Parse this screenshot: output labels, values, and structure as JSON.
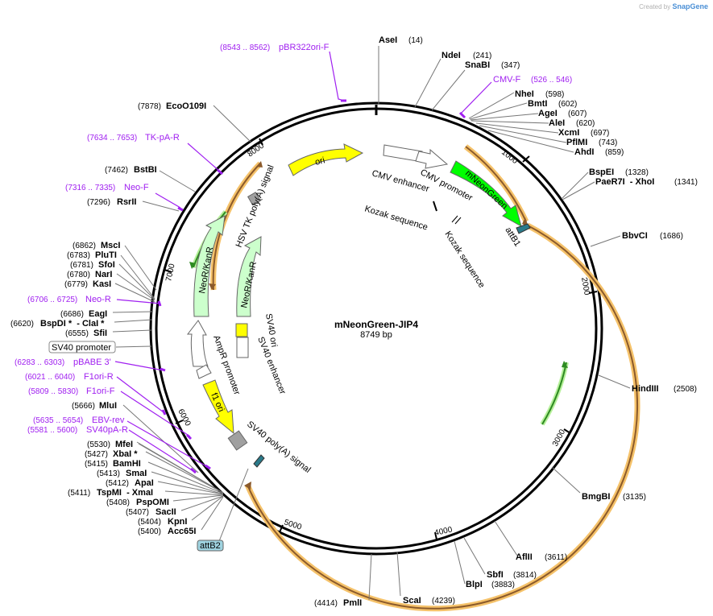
{
  "credit": {
    "prefix": "Created by",
    "brand": "SnapGene"
  },
  "plasmid": {
    "name": "mNeonGreen-JIP4",
    "size": "8749 bp",
    "length": 8749
  },
  "colors": {
    "backbone": "#000000",
    "primer": "#a020f0",
    "ori": "#ffff00",
    "mneongreen": "#00ff00",
    "neokan": "#ccffcc",
    "promoter": "#ffffff",
    "feature_grey": "#a0a0a0",
    "att": "#2a7a8a",
    "orf_outer": "#f5c26a",
    "orf_inner": "#8b5a2b",
    "orf_green": "#2e8b22",
    "orf_green_glow": "#b6f09a"
  },
  "ticks": [
    "1000",
    "2000",
    "3000",
    "4000",
    "5000",
    "6000",
    "7000",
    "8000"
  ],
  "enzymes": [
    {
      "name": "AseI",
      "pos": "(14)"
    },
    {
      "name": "NdeI",
      "pos": "(241)"
    },
    {
      "name": "SnaBI",
      "pos": "(347)"
    },
    {
      "name": "NheI",
      "pos": "(598)"
    },
    {
      "name": "BmtI",
      "pos": "(602)"
    },
    {
      "name": "AgeI",
      "pos": "(607)"
    },
    {
      "name": "AleI",
      "pos": "(620)"
    },
    {
      "name": "XcmI",
      "pos": "(697)"
    },
    {
      "name": "PflMI",
      "pos": "(743)"
    },
    {
      "name": "AhdI",
      "pos": "(859)"
    },
    {
      "name": "BspEI",
      "pos": "(1328)"
    },
    {
      "name": "PaeR7I  - XhoI",
      "pos": "(1341)"
    },
    {
      "name": "BbvCI",
      "pos": "(1686)"
    },
    {
      "name": "HindIII",
      "pos": "(2508)"
    },
    {
      "name": "BmgBI",
      "pos": "(3135)"
    },
    {
      "name": "AflII",
      "pos": "(3611)"
    },
    {
      "name": "SbfI",
      "pos": "(3814)"
    },
    {
      "name": "BlpI",
      "pos": "(3883)"
    },
    {
      "name": "ScaI",
      "pos": "(4239)"
    },
    {
      "name": "PmlI",
      "pos": "(4414)"
    },
    {
      "name": "Acc65I",
      "pos": "(5400)"
    },
    {
      "name": "KpnI",
      "pos": "(5404)"
    },
    {
      "name": "SacII",
      "pos": "(5407)"
    },
    {
      "name": "PspOMI",
      "pos": "(5408)"
    },
    {
      "name": "TspMI  - XmaI",
      "pos": "(5411)"
    },
    {
      "name": "ApaI",
      "pos": "(5412)"
    },
    {
      "name": "SmaI",
      "pos": "(5413)"
    },
    {
      "name": "BamHI",
      "pos": "(5415)"
    },
    {
      "name": "XbaI *",
      "pos": "(5427)"
    },
    {
      "name": "MfeI",
      "pos": "(5530)"
    },
    {
      "name": "MluI",
      "pos": "(5666)"
    },
    {
      "name": "SfiI",
      "pos": "(6555)"
    },
    {
      "name": "BspDI *  - ClaI *",
      "pos": "(6620)"
    },
    {
      "name": "EagI",
      "pos": "(6686)"
    },
    {
      "name": "KasI",
      "pos": "(6779)"
    },
    {
      "name": "NarI",
      "pos": "(6780)"
    },
    {
      "name": "SfoI",
      "pos": "(6781)"
    },
    {
      "name": "PluTI",
      "pos": "(6783)"
    },
    {
      "name": "MscI",
      "pos": "(6862)"
    },
    {
      "name": "RsrII",
      "pos": "(7296)"
    },
    {
      "name": "BstBI",
      "pos": "(7462)"
    },
    {
      "name": "EcoO109I",
      "pos": "(7878)"
    }
  ],
  "primers": [
    {
      "name": "pBR322ori-F",
      "range": "(8543 .. 8562)"
    },
    {
      "name": "CMV-F",
      "range": "(526 .. 546)"
    },
    {
      "name": "TK-pA-R",
      "range": "(7634 .. 7653)"
    },
    {
      "name": "Neo-F",
      "range": "(7316 .. 7335)"
    },
    {
      "name": "Neo-R",
      "range": "(6706 .. 6725)"
    },
    {
      "name": "pBABE 3'",
      "range": "(6283 .. 6303)"
    },
    {
      "name": "F1ori-R",
      "range": "(6021 .. 6040)"
    },
    {
      "name": "F1ori-F",
      "range": "(5809 .. 5830)"
    },
    {
      "name": "EBV-rev",
      "range": "(5635 .. 5654)"
    },
    {
      "name": "SV40pA-R",
      "range": "(5581 .. 5600)"
    }
  ],
  "boxed_labels": {
    "sv40_promoter": "SV40 promoter",
    "attb2": "attB2"
  },
  "features": {
    "ori": "ori",
    "cmv_enhancer": "CMV enhancer",
    "cmv_promoter": "CMV promoter",
    "mneongreen": "mNeonGreen",
    "kozak1": "Kozak sequence",
    "kozak2": "Kozak sequence",
    "attb1": "attB1",
    "hsv_tk": "HSV TK poly(A) signal",
    "neokan1": "NeoR/KanR",
    "neokan2": "NeoR/KanR",
    "sv40_ori": "SV40 ori",
    "sv40_enhancer": "SV40 enhancer",
    "ampr_promoter": "AmpR promoter",
    "f1_ori": "f1 ori",
    "sv40_polya": "SV40 poly(A) signal"
  }
}
